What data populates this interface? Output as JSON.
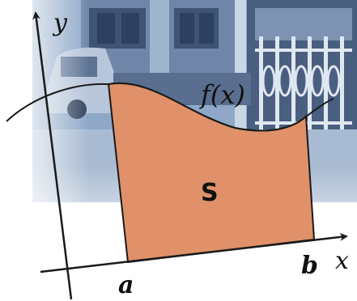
{
  "diagram": {
    "labels": {
      "x_axis": "x",
      "y_axis": "y",
      "function": "f(x)",
      "area": "S",
      "lower_bound": "a",
      "upper_bound": "b"
    },
    "colors": {
      "region_fill": "#E0916A",
      "outline": "#1a1a1a",
      "photo_sky": "#8fa8c8",
      "photo_dark": "#4a5f80",
      "photo_light": "#c9d6e6"
    },
    "background_image": "photo-icon"
  }
}
